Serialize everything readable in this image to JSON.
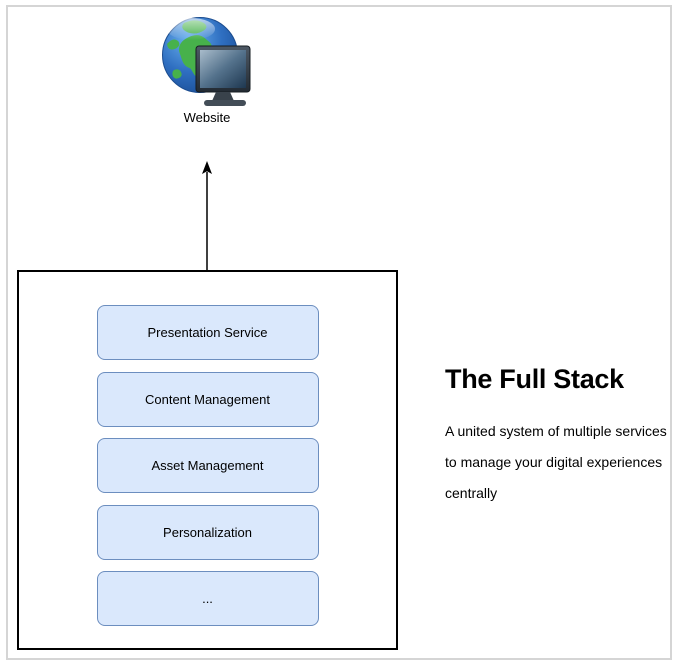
{
  "website": {
    "label": "Website",
    "icon": "globe-monitor-icon"
  },
  "connector": {
    "icon": "arrow-up-icon",
    "direction": "up"
  },
  "stack": {
    "services": [
      "Presentation Service",
      "Content Management",
      "Asset Management",
      "Personalization",
      "..."
    ]
  },
  "description": {
    "title": "The Full Stack",
    "lines": [
      "A united system of multiple services",
      "to manage your digital experiences",
      "centrally"
    ]
  },
  "colors": {
    "service_fill": "#dae8fc",
    "service_border": "#6c8ebf",
    "container_border": "#000000",
    "page_frame": "#d5d5d5",
    "arrow": "#000000",
    "text": "#000000",
    "globe_ocean": "#2f6fc1",
    "globe_land": "#47b14b",
    "monitor_body": "#333d47"
  }
}
